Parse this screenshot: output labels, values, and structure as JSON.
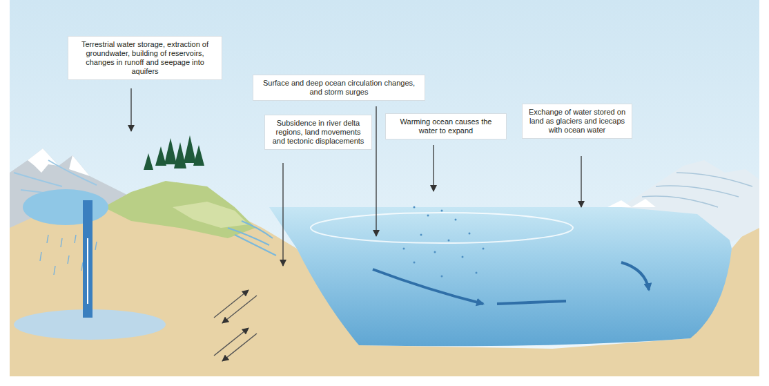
{
  "diagram": {
    "nodes": [
      {
        "text": [
          "Terrestrial water storage, extraction of groundwater, building of reservoirs, changes in runoff and seepage into aquifers"
        ]
      },
      {
        "text": [
          "Surface and deep ocean circulation changes, and storm surges"
        ]
      },
      {
        "text": [
          "Subsidence in river delta regions, land movements and tectonic displacements"
        ]
      },
      {
        "text": [
          "Warming ocean causes the water to expand"
        ]
      },
      {
        "text": [
          "Exchange of water stored on land as glaciers and icecaps with ocean water"
        ]
      }
    ]
  }
}
